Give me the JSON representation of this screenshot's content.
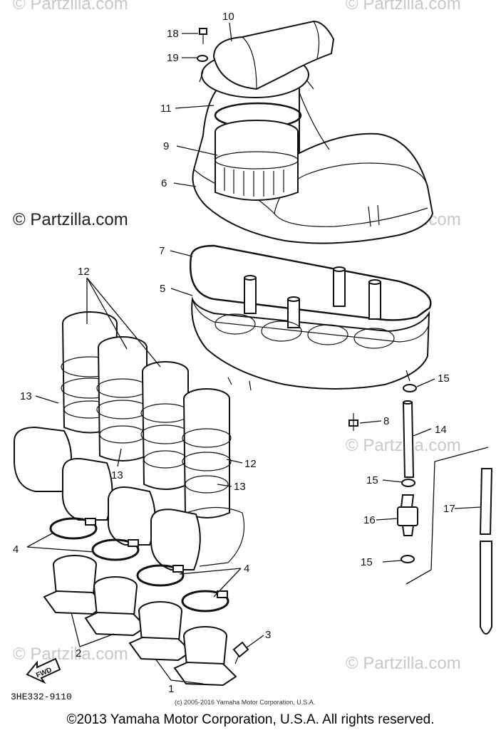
{
  "watermarks": {
    "top_left": "© Partzilla.com",
    "top_right": "© Partzilla.com",
    "mid_left": "© Partzilla.com",
    "mid_right": "© Partzilla.com",
    "right_lower": "© Partzilla.com",
    "bottom_left": "© Partzilla.com",
    "bottom_right": "© Partzilla.com"
  },
  "callouts": {
    "c1": "1",
    "c2": "2",
    "c3": "3",
    "c4a": "4",
    "c4b": "4",
    "c5": "5",
    "c6": "6",
    "c7": "7",
    "c8": "8",
    "c9": "9",
    "c10": "10",
    "c11": "11",
    "c12a": "12",
    "c12b": "12",
    "c13a": "13",
    "c13b": "13",
    "c13c": "13",
    "c14": "14",
    "c15a": "15",
    "c15b": "15",
    "c15c": "15",
    "c16": "16",
    "c17": "17",
    "c18": "18",
    "c19": "19"
  },
  "fwd_label": "FWD",
  "diagram_code": "3HE332-9110",
  "small_copyright": "(c) 2005-2016 Yamaha Motor Corporation, U.S.A.",
  "footer_copyright": "©2013 Yamaha Motor Corporation, U.S.A. All rights reserved."
}
